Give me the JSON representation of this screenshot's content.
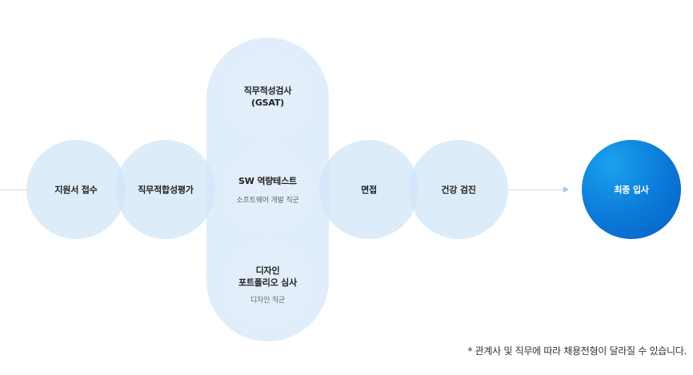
{
  "steps": [
    {
      "label": "지원서 접수"
    },
    {
      "label": "직무적합성평가"
    },
    {
      "label_line1": "직무적성검사",
      "label_line2": "(GSAT)"
    },
    {
      "label": "SW 역량테스트",
      "sub": "소프트웨어 개발 직군"
    },
    {
      "label_line1": "디자인",
      "label_line2": "포트폴리오 심사",
      "sub": "디자인 직군"
    },
    {
      "label": "면접"
    },
    {
      "label": "건강 검진"
    },
    {
      "label": "최종 입사"
    }
  ],
  "footnote": "* 관계사 및 직무에 따라 채용전형이 달라질 수 있습니다.",
  "colors": {
    "light_circle": "#d0e4f7",
    "final_circle": "#0a78d8",
    "connector": "#c9dcef"
  },
  "icons": {
    "connector_arrow": "arrow-right-icon"
  }
}
